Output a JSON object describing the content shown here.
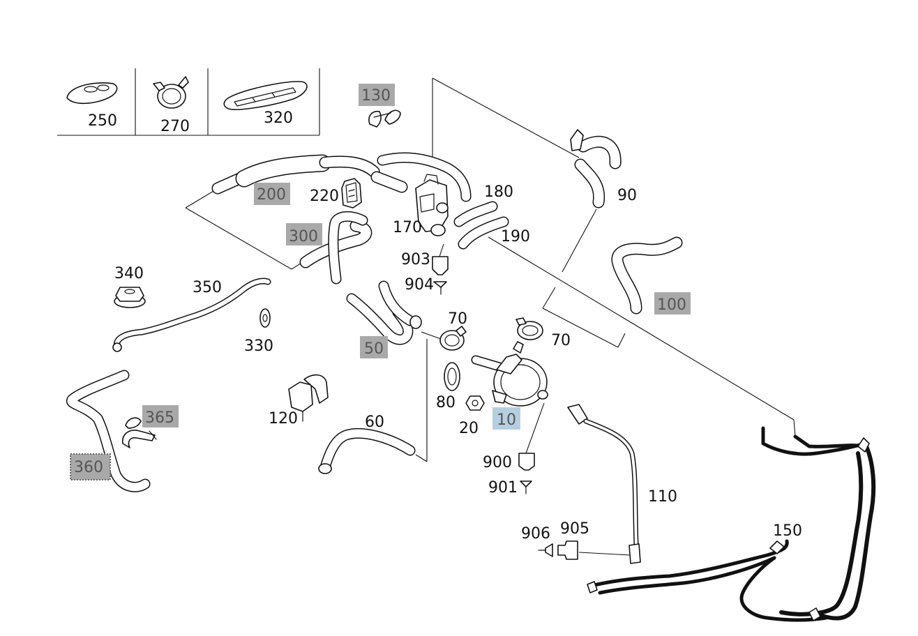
{
  "callouts": {
    "c250": "250",
    "c270": "270",
    "c320": "320",
    "c130": "130",
    "c200": "200",
    "c220": "220",
    "c180": "180",
    "c90": "90",
    "c170": "170",
    "c190": "190",
    "c300": "300",
    "c903": "903",
    "c904": "904",
    "c340": "340",
    "c350": "350",
    "c100": "100",
    "c330": "330",
    "c70a": "70",
    "c70b": "70",
    "c50": "50",
    "c365": "365",
    "c80": "80",
    "c10": "10",
    "c20": "20",
    "c120": "120",
    "c60": "60",
    "c360": "360",
    "c900": "900",
    "c901": "901",
    "c110": "110",
    "c906": "906",
    "c905": "905",
    "c150": "150"
  },
  "highlight_colors": {
    "gray": "#a9a9a9",
    "blue": "#b6cfe0"
  }
}
